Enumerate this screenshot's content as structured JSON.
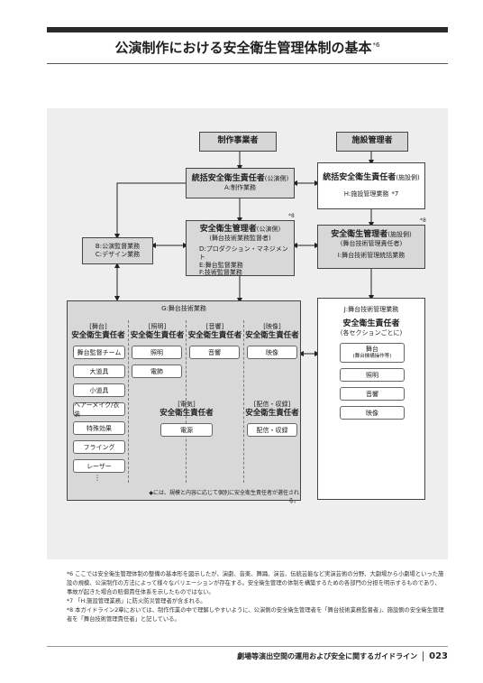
{
  "page": {
    "title": "公演制作における安全衛生管理体制の基本",
    "title_note": "*6",
    "footer_text": "劇場等演出空間の運用および安全に関するガイドライン",
    "page_number": "023"
  },
  "diagram": {
    "producer": "制作事業者",
    "facility_manager": "施設管理者",
    "general_producer": {
      "title": "統括安全衛生責任者",
      "sub": "(公演側)",
      "role": "A:制作業務"
    },
    "general_facility": {
      "title": "統括安全衛生責任者",
      "sub": "(施設側)",
      "role": "H:施設管理業務",
      "note": "*7"
    },
    "manager_producer": {
      "title": "安全衛生管理者",
      "sub": "(公演側)",
      "sub2": "(舞台技術業務監督者)",
      "roles": [
        "D:プロダクション・マネジメント",
        "E:舞台監督業務",
        "F:技術監督業務"
      ],
      "note": "*8"
    },
    "manager_facility": {
      "title": "安全衛生管理者",
      "sub": "(施設側)",
      "sub2": "(舞台技術管理責任者)",
      "role": "I:舞台技術管理統括業務",
      "note": "*8"
    },
    "side_box": {
      "line1": "B:公演監督業務",
      "line2": "C:デザイン業務"
    },
    "g_block": {
      "label": "G:舞台技術業務",
      "columns": [
        {
          "dept": "[舞台]",
          "title": "安全衛生責任者",
          "items": [
            "舞台監督チーム",
            "大道具",
            "小道具",
            "ヘアーメイク/衣装",
            "特殊効果",
            "フライング",
            "レーザー"
          ],
          "ellipsis": "⋮"
        },
        {
          "dept": "[照明]",
          "title": "安全衛生責任者",
          "items": [
            "照明",
            "電飾"
          ]
        },
        {
          "dept": "[音響]",
          "title": "安全衛生責任者",
          "items": [
            "音響"
          ]
        },
        {
          "dept": "[映像]",
          "title": "安全衛生責任者",
          "items": [
            "映像"
          ]
        }
      ],
      "lower_columns": [
        {
          "dept": "[電気]",
          "title": "安全衛生責任者",
          "items": [
            "電源"
          ]
        },
        {
          "dept": "[配信・収録]",
          "title": "安全衛生責任者",
          "items": [
            "配信・収録"
          ]
        }
      ],
      "caption": "◆には、規模と内容に応じて個別に安全衛生責任者が選任される。"
    },
    "j_block": {
      "label": "J:舞台技術管理業務",
      "title": "安全衛生責任者",
      "sub": "(各セクションごとに)",
      "items": [
        {
          "l1": "舞台",
          "l2": "(舞台機構操作等)"
        },
        {
          "l1": "照明"
        },
        {
          "l1": "音響"
        },
        {
          "l1": "映像"
        }
      ]
    }
  },
  "footnotes": [
    "*6 ここでは安全衛生管理体制の整備の基本形を図示したが、演劇、音楽、舞踊、演芸、伝統芸能など実演芸術の分野、大劇場から小劇場といった施設の規模、公演制作の方法によって様々なバリエーションが存在する。安全衛生管理の体制を構築するための各部門の分担を明示するものであり、事故が起きた場合の賠償責任体系を示したものではない。",
    "*7 「H:施設管理業務」に防火防災管理者が含まれる。",
    "*8 本ガイドライン2章においては、制作作業の中で理解しやすいように、公演側の安全衛生管理者を「舞台技術業務監督者」、施設側の安全衛生管理者を「舞台技術管理責任者」と記している。"
  ]
}
